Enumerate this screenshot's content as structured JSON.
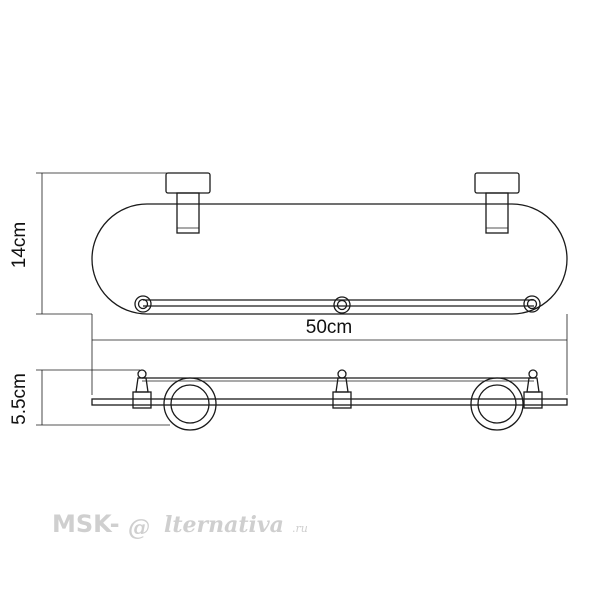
{
  "dimensions": {
    "height_top": "14cm",
    "width": "50cm",
    "height_side": "5.5cm"
  },
  "watermark": {
    "prefix": "MSK-",
    "at_symbol": "@",
    "script": "lternativa",
    "suffix": ".ru"
  },
  "colors": {
    "line": "#1a1a1a",
    "watermark": "#cfcfcf"
  }
}
